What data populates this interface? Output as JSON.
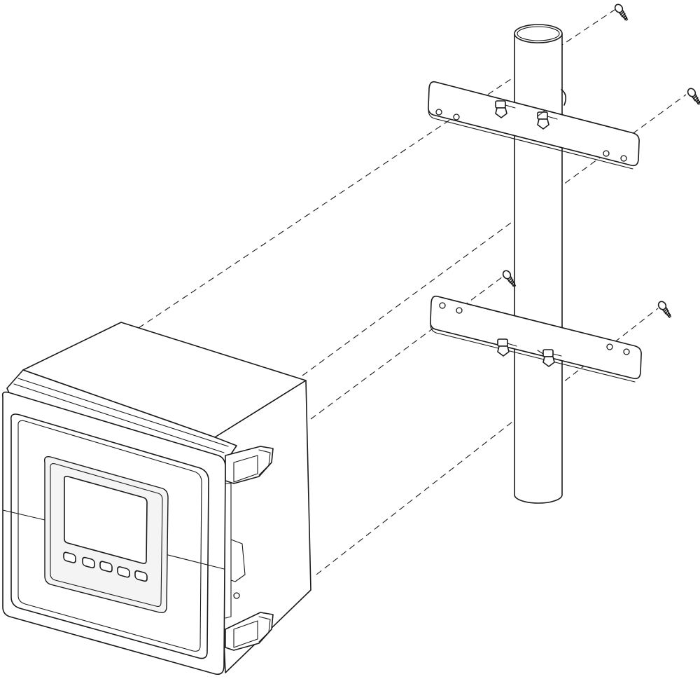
{
  "diagram": {
    "kind": "exploded mounting illustration",
    "parts": [
      {
        "id": "enclosure",
        "description_icon": "controller-enclosure"
      },
      {
        "id": "display",
        "description_icon": "lcd-screen"
      },
      {
        "id": "keypad",
        "description_icon": "keypad-buttons",
        "button_count": 5
      },
      {
        "id": "pipe",
        "description_icon": "mounting-pipe"
      },
      {
        "id": "upper_bracket",
        "description_icon": "mounting-bracket",
        "hole_count": 4,
        "u_bolt_nuts": 2
      },
      {
        "id": "lower_bracket",
        "description_icon": "mounting-bracket",
        "hole_count": 4,
        "u_bolt_nuts": 2
      },
      {
        "id": "screws",
        "description_icon": "mounting-screw",
        "count": 4
      }
    ],
    "colors": {
      "line": "#1a1a1a",
      "background": "#ffffff",
      "panel": "#f4f4f4"
    }
  }
}
